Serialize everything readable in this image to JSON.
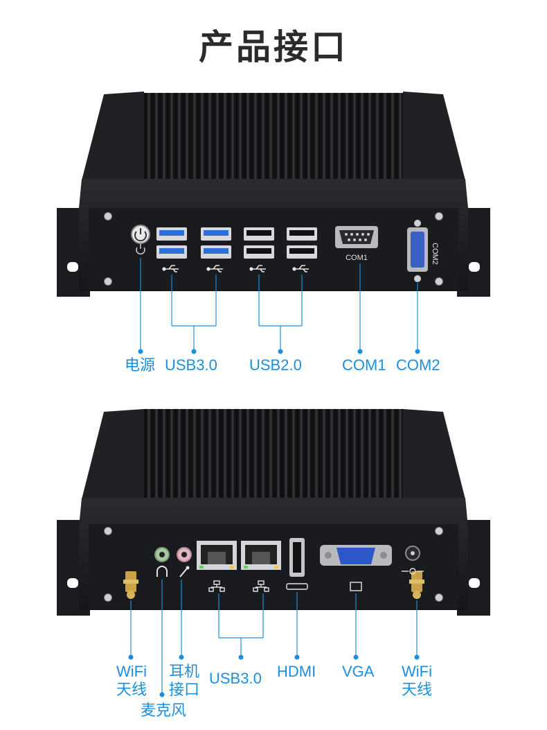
{
  "title": "产品接口",
  "front": {
    "port_text": {
      "com1": "COM1",
      "com2": "COM2"
    },
    "labels": {
      "power": "电源",
      "usb3": "USB3.0",
      "usb2": "USB2.0",
      "com1": "COM1",
      "com2": "COM2"
    }
  },
  "back": {
    "labels": {
      "wifi_left_1": "WiFi",
      "wifi_left_2": "天线",
      "mic": "麦克风",
      "earphone_1": "耳机",
      "earphone_2": "接口",
      "usb3": "USB3.0",
      "hdmi": "HDMI",
      "vga": "VGA",
      "wifi_right_1": "WiFi",
      "wifi_right_2": "天线"
    }
  },
  "colors": {
    "accent": "#1a8fe0",
    "chassis": "#1c1d20",
    "usb3_blue": "#2d6fd6",
    "serial_blue": "#3c5fc2",
    "antenna_gold": "#c9a24a"
  }
}
